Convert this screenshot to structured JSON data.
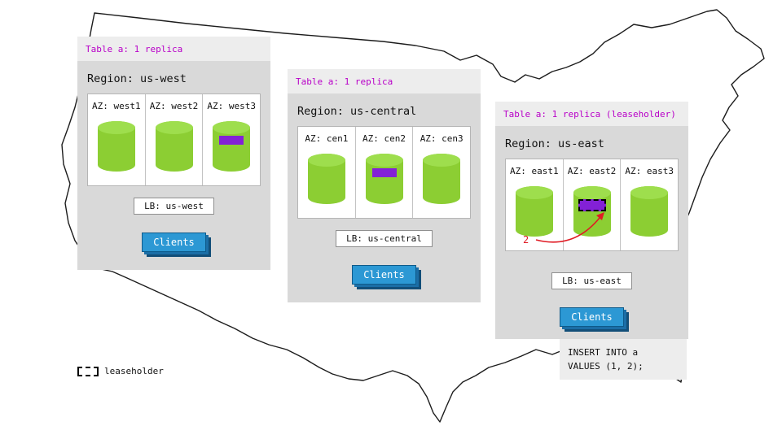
{
  "colors": {
    "magenta": "#b800c8",
    "purple": "#8321d6",
    "green_body": "#8cce33",
    "green_top": "#9ede4d",
    "blue": "#2c98d4",
    "blue_dark": "#1b6ea6",
    "blue_darker": "#124e78",
    "panel_gray": "#d9d9d9",
    "header_gray": "#ededed",
    "red": "#e01b24"
  },
  "regions": [
    {
      "id": "us-west",
      "table_label": "Table a: 1 replica",
      "region_label": "Region: us-west",
      "azs": [
        {
          "label": "AZ: west1",
          "replica": false,
          "leaseholder": false
        },
        {
          "label": "AZ: west2",
          "replica": false,
          "leaseholder": false
        },
        {
          "label": "AZ: west3",
          "replica": true,
          "leaseholder": false
        }
      ],
      "lb_label": "LB: us-west",
      "clients_label": "Clients"
    },
    {
      "id": "us-central",
      "table_label": "Table a: 1 replica",
      "region_label": "Region: us-central",
      "azs": [
        {
          "label": "AZ: cen1",
          "replica": false,
          "leaseholder": false
        },
        {
          "label": "AZ: cen2",
          "replica": true,
          "leaseholder": false
        },
        {
          "label": "AZ: cen3",
          "replica": false,
          "leaseholder": false
        }
      ],
      "lb_label": "LB: us-central",
      "clients_label": "Clients"
    },
    {
      "id": "us-east",
      "table_label": "Table a: 1 replica (leaseholder)",
      "region_label": "Region: us-east",
      "azs": [
        {
          "label": "AZ: east1",
          "replica": false,
          "leaseholder": false
        },
        {
          "label": "AZ: east2",
          "replica": true,
          "leaseholder": true
        },
        {
          "label": "AZ: east3",
          "replica": false,
          "leaseholder": false
        }
      ],
      "lb_label": "LB: us-east",
      "clients_label": "Clients"
    }
  ],
  "arrow": {
    "label": "2"
  },
  "insert_note": {
    "lines": [
      "INSERT INTO a",
      "VALUES (1, 2);"
    ]
  },
  "legend": {
    "label": "leaseholder"
  }
}
